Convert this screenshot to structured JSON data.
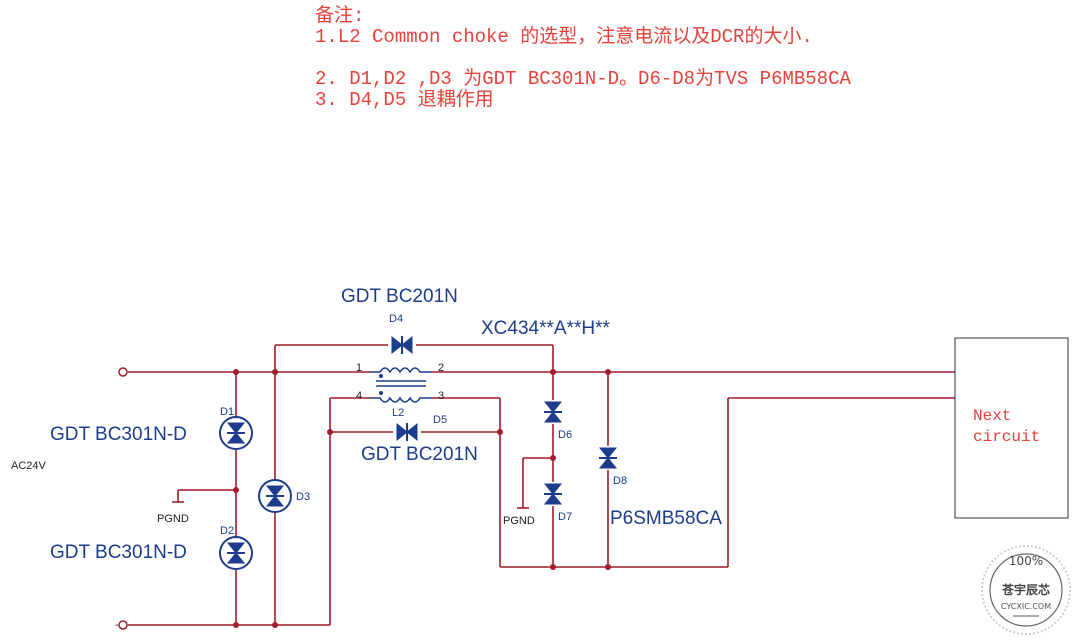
{
  "notes": {
    "heading": "备注:",
    "line1": "1.L2 Common choke 的选型，注意电流以及DCR的大小.",
    "line2": "2. D1,D2 ,D3 为GDT BC301N-D。D6-D8为TVS P6MB58CA",
    "line3": "3. D4,D5 退耦作用"
  },
  "labels": {
    "gdt_top": "GDT BC201N",
    "gdt_mid": "GDT BC201N",
    "choke_part": "XC434**A**H**",
    "gdt_d1": "GDT BC301N-D",
    "gdt_d2": "GDT BC301N-D",
    "input": "AC24V",
    "minus": "-",
    "tvs": "P6SMB58CA",
    "pgnd1": "PGND",
    "pgnd2": "PGND",
    "next_line1": "Next",
    "next_line2": "circuit"
  },
  "refs": {
    "d1": "D1",
    "d2": "D2",
    "d3": "D3",
    "d4": "D4",
    "d5": "D5",
    "d6": "D6",
    "d7": "D7",
    "d8": "D8",
    "l2": "L2",
    "p1": "1",
    "p2": "2",
    "p3": "3",
    "p4": "4"
  },
  "watermark": {
    "percent": "100%",
    "brand": "苍宇辰芯",
    "site": "CYCXIC.COM"
  },
  "colors": {
    "wire": "#a21c2a",
    "component": "#1c3c8c",
    "notes_text": "#e8413c"
  }
}
